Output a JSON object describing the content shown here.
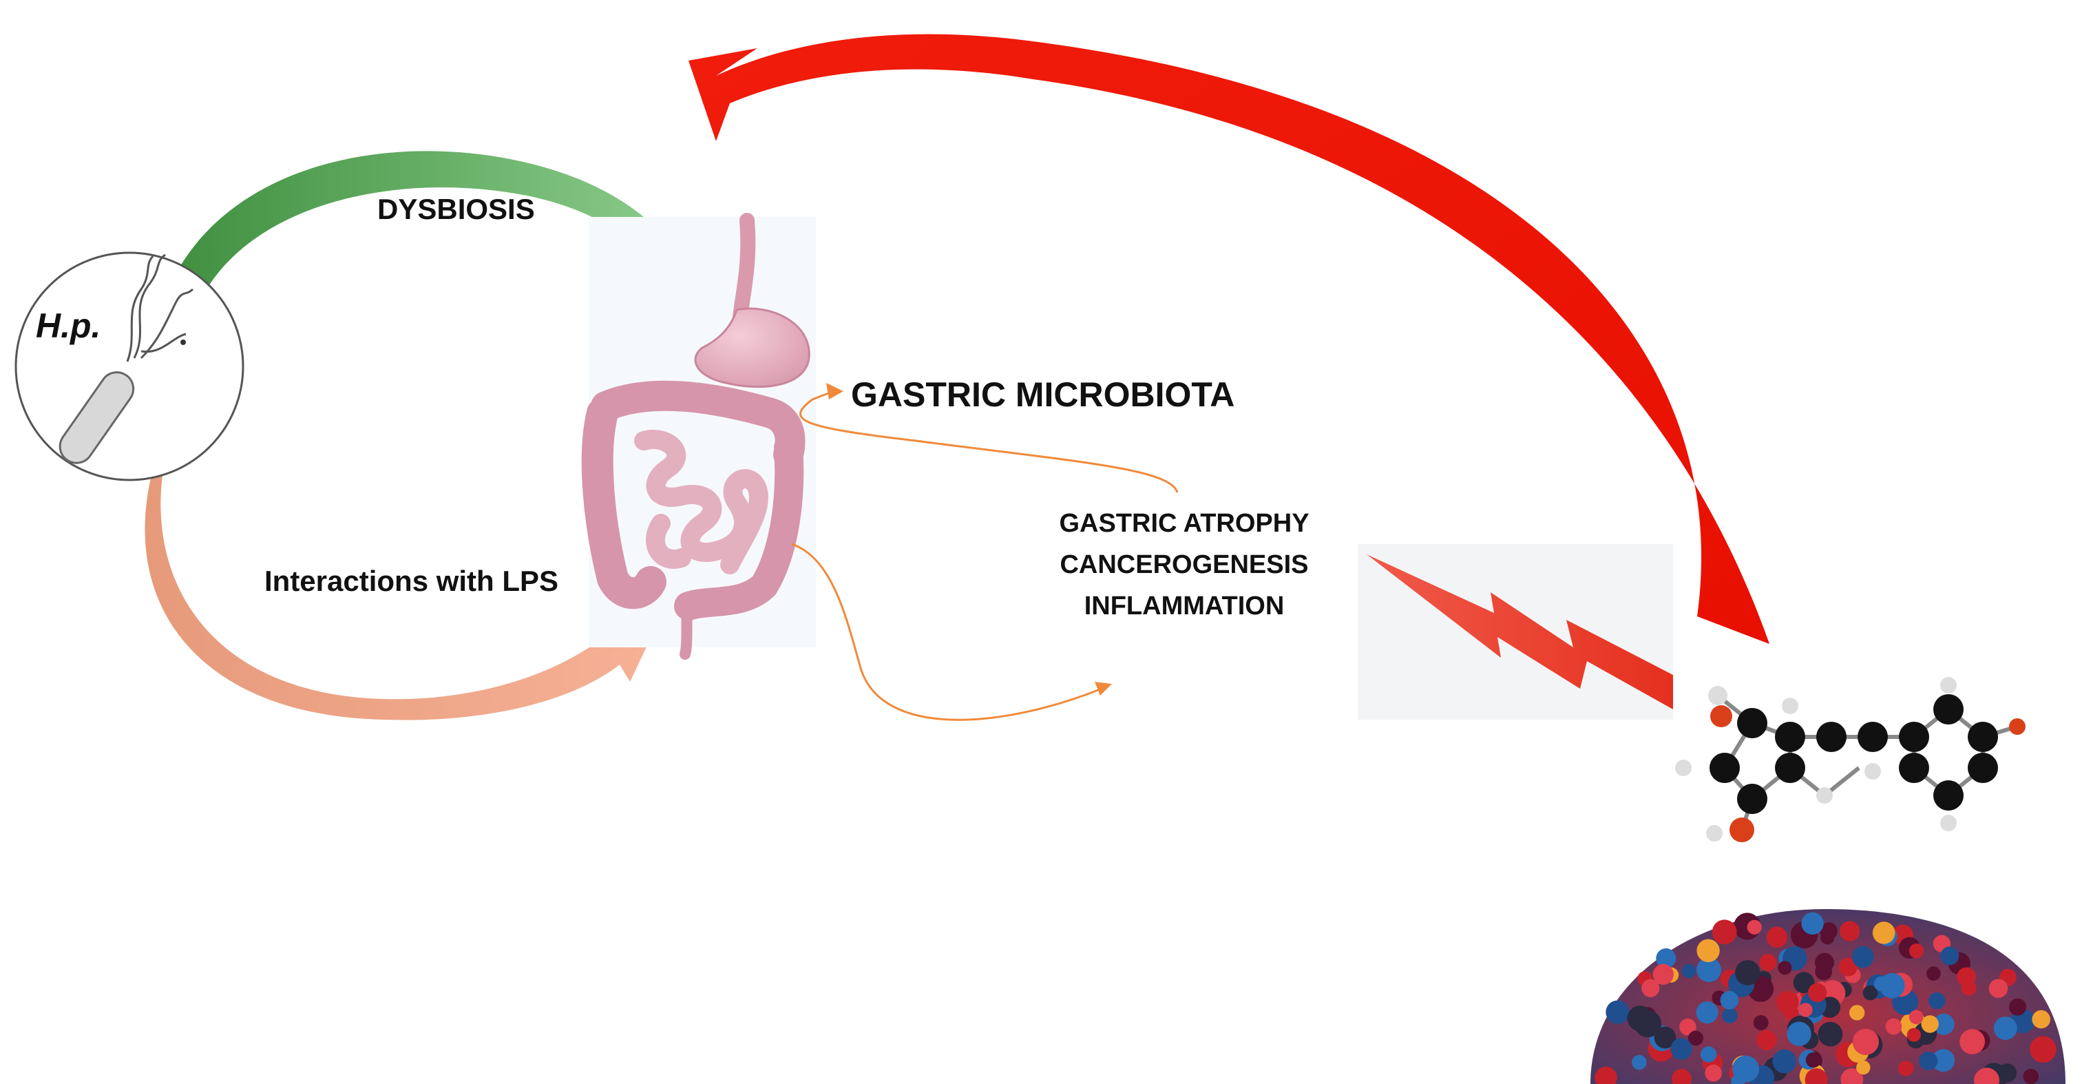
{
  "diagram": {
    "pathogen_label": "H.p.",
    "dysbiosis_label": "DYSBIOSIS",
    "lps_label": "Interactions with LPS",
    "microbiota_label": "GASTRIC MICROBIOTA",
    "effects": [
      "GASTRIC ATROPHY",
      "CANCEROGENESIS",
      "INFLAMMATION"
    ]
  },
  "colors": {
    "dysbiosis_arrow": "#6cae6c",
    "lps_arrow": "#f4a07c",
    "big_arrow": "#ee1c0c",
    "thin_arrows": "#f08a3a",
    "lightning": "#e8392c",
    "organs": "#e3a8b8"
  },
  "icons": [
    "bacterium-icon",
    "digestive-system-icon",
    "lightning-bolt-icon",
    "polyphenol-molecule-icon",
    "berries-image"
  ]
}
